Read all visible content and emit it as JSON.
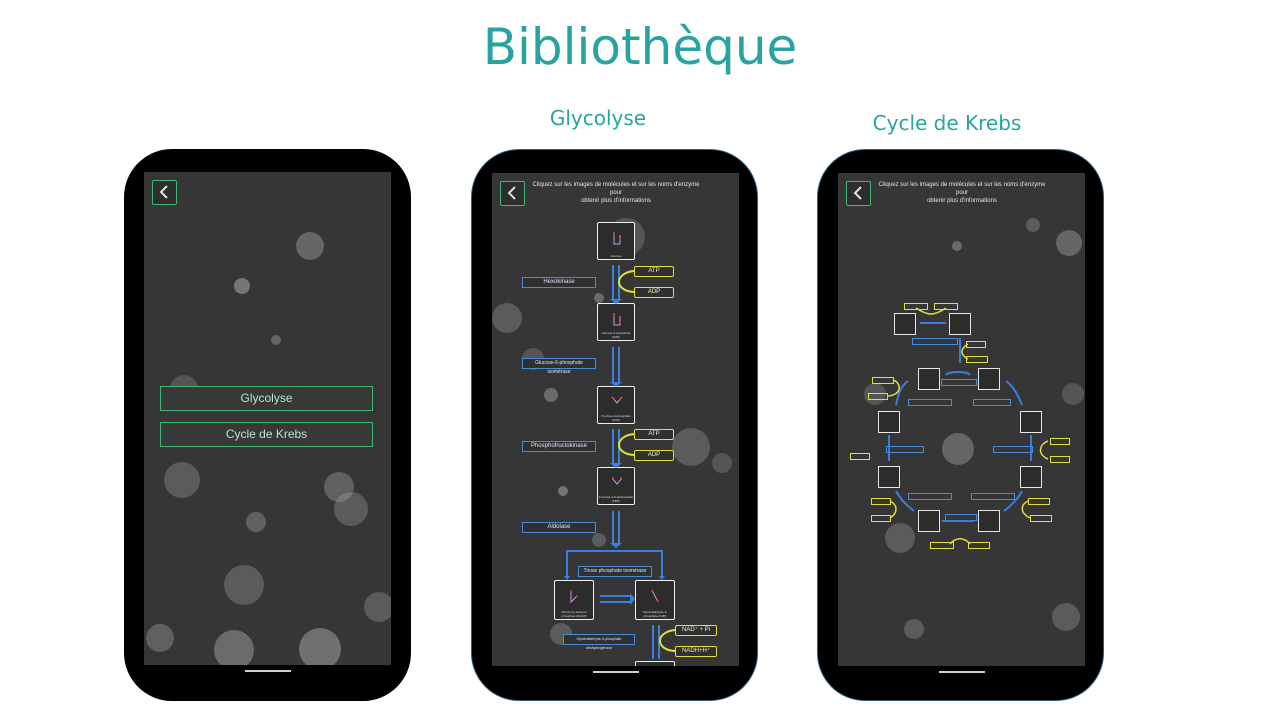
{
  "page": {
    "title": "Bibliothèque"
  },
  "captions": {
    "glycolyse": "Glycolyse",
    "krebs": "Cycle de Krebs"
  },
  "screen1": {
    "buttons": [
      "Glycolyse",
      "Cycle de Krebs"
    ]
  },
  "screen2": {
    "header": [
      "Cliquez sur les images de molécules et sur les noms d'enzyme",
      "pour",
      "obtenir plus d'informations"
    ],
    "molecules": [
      "Glucose",
      "Glucose-6-phosphate (G6P)",
      "Fructose-6-phosphate (F6P)",
      "Fructose-1,6-biphosphate (FBP)",
      "Dihydroxy-acétone phosphate (DHAP)",
      "Glycéraldéhyde-3-phosphate (G3P)"
    ],
    "enzymes": [
      "Hexokinase",
      "Glucose-6-phosphate isomérase",
      "Phosphofructokinase",
      "Aldolase",
      "Triose phosphate isomérase",
      "Glycéraldéhyde-3-phosphate déshydrogénase"
    ],
    "cofactors": [
      "ATP",
      "ADP",
      "ATP",
      "ADP",
      "NAD⁺ + Pi",
      "NADH+H⁺"
    ]
  },
  "screen3": {
    "header": [
      "Cliquez sur les images de molécules et sur les noms d'enzyme",
      "pour",
      "obtenir plus d'informations"
    ]
  },
  "colors": {
    "accent": "#27a4a0",
    "button_border": "#3cb877",
    "enzyme": "#4a8ad6",
    "cofactor": "#e3df3a",
    "screen_bg": "#363636"
  }
}
